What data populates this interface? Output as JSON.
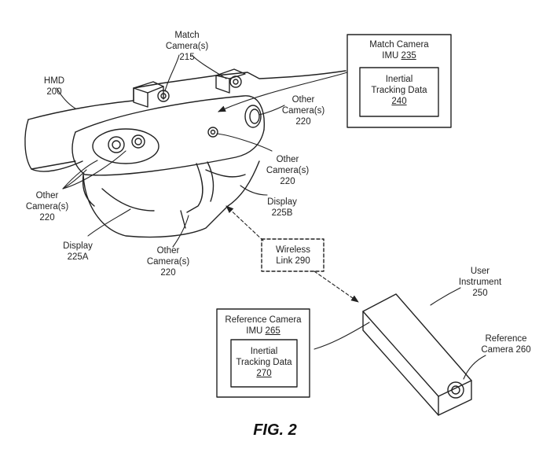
{
  "labels": {
    "hmd": {
      "l1": "HMD",
      "l2": "200"
    },
    "match_camera": {
      "l1": "Match",
      "l2": "Camera(s)",
      "l3": "215"
    },
    "match_imu": {
      "l1": "Match Camera",
      "l2_text": "IMU ",
      "l2_num": "235"
    },
    "match_inertial": {
      "l1": "Inertial",
      "l2": "Tracking Data",
      "l3": "240"
    },
    "other_cam_right_top": {
      "l1": "Other",
      "l2": "Camera(s)",
      "l3": "220"
    },
    "other_cam_right_mid": {
      "l1": "Other",
      "l2": "Camera(s)",
      "l3": "220"
    },
    "other_cam_left": {
      "l1": "Other",
      "l2": "Camera(s)",
      "l3": "220"
    },
    "other_cam_bottom": {
      "l1": "Other",
      "l2": "Camera(s)",
      "l3": "220"
    },
    "display_b": {
      "l1": "Display",
      "l2": "225B"
    },
    "display_a": {
      "l1": "Display",
      "l2": "225A"
    },
    "wireless": {
      "l1": "Wireless",
      "l2": "Link 290"
    },
    "user_instrument": {
      "l1": "User",
      "l2": "Instrument",
      "l3": "250"
    },
    "ref_imu": {
      "l1": "Reference Camera",
      "l2_text": "IMU ",
      "l2_num": "265"
    },
    "ref_inertial": {
      "l1": "Inertial",
      "l2": "Tracking Data",
      "l3": "270"
    },
    "ref_camera": {
      "l1": "Reference",
      "l2": "Camera 260"
    }
  },
  "caption": "FIG. 2"
}
